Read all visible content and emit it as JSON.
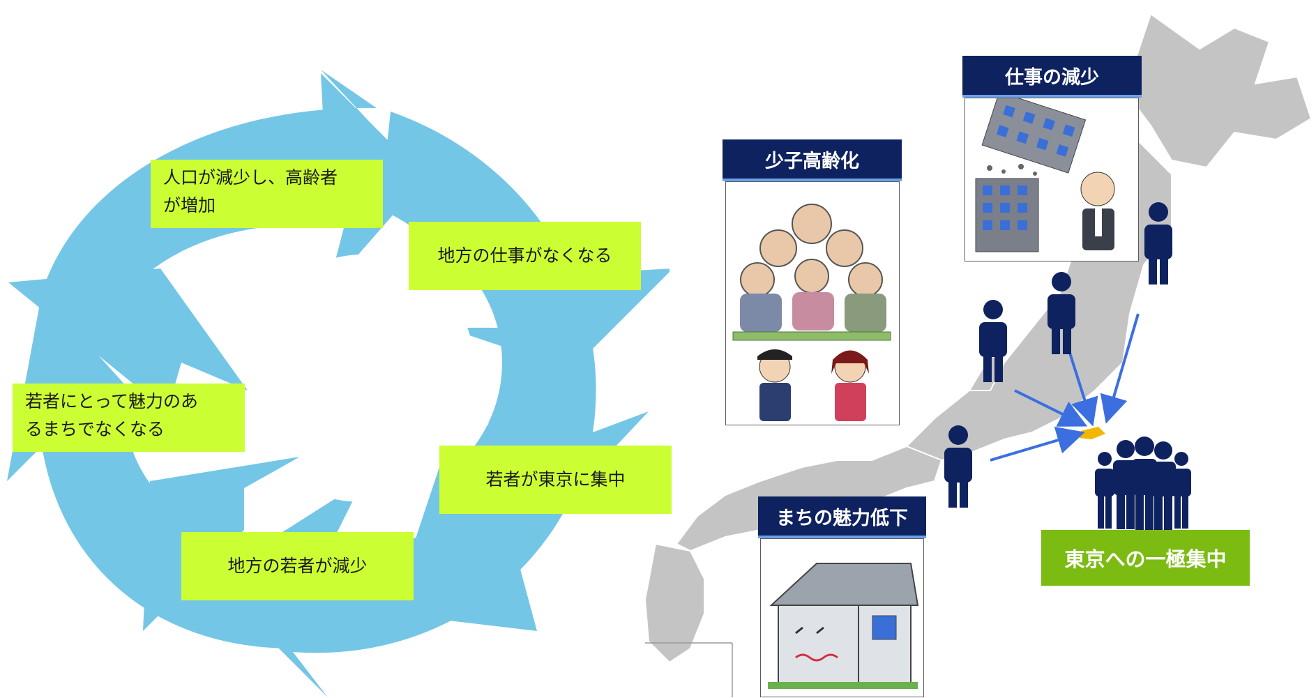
{
  "cycle": {
    "steps": [
      {
        "id": "step-1",
        "text_line1": "人口が減少し、高齢者",
        "text_line2": "が増加"
      },
      {
        "id": "step-2",
        "text": "地方の仕事がなくなる"
      },
      {
        "id": "step-3",
        "text": "若者が東京に集中"
      },
      {
        "id": "step-4",
        "text": "地方の若者が減少"
      },
      {
        "id": "step-5",
        "text_line1": "若者にとって魅力のあ",
        "text_line2": "るまちでなくなる"
      }
    ],
    "arrow_color": "#74c6e6",
    "box_color": "#ccff33"
  },
  "cards": {
    "aging": {
      "title": "少子高齢化",
      "image": "elderly-supported-by-young-illustration"
    },
    "jobs": {
      "title": "仕事の減少",
      "image": "collapsing-building-worried-worker-illustration"
    },
    "town": {
      "title": "まちの魅力低下",
      "image": "sad-dilapidated-house-illustration"
    }
  },
  "map": {
    "tokyo_label": "東京への一極集中",
    "map_color": "#c4c4c4",
    "people_color": "#0e2260",
    "arrow_color": "#3b6fe0",
    "tokyo_color": "#f2b705",
    "label_color": "#7cbc12"
  }
}
